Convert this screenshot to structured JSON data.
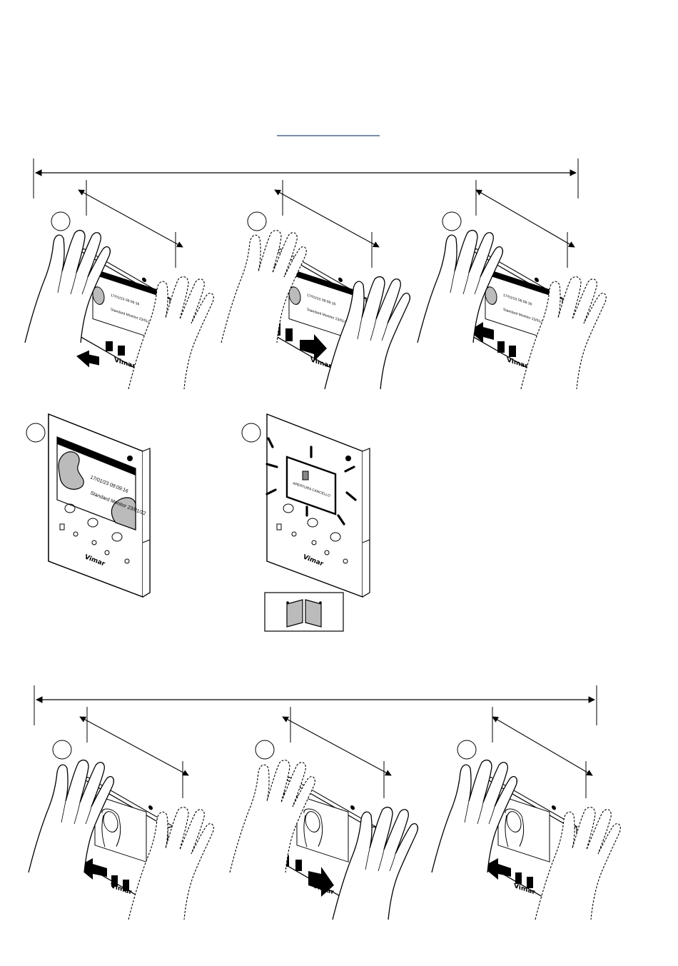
{
  "header": {
    "link_text": ""
  },
  "devices": {
    "brand": "Vimar",
    "screen_line1": "17/01/23 09:09:16",
    "screen_line2": "Standard Monitor 23/01/22",
    "popup_label": "APERTURA CANCELLO"
  },
  "sequences": [
    {
      "name": "top",
      "steps": [
        {
          "gesture": "swipe-left",
          "screen": "menu"
        },
        {
          "gesture": "swipe-right",
          "screen": "menu"
        },
        {
          "gesture": "swipe-left",
          "screen": "menu"
        }
      ]
    },
    {
      "name": "bottom",
      "steps": [
        {
          "gesture": "swipe-left",
          "screen": "camera"
        },
        {
          "gesture": "swipe-right",
          "screen": "camera"
        },
        {
          "gesture": "swipe-left",
          "screen": "camera"
        }
      ]
    }
  ],
  "icons": [
    "gate-icon",
    "hand-icon",
    "arrow-left-icon",
    "arrow-right-icon",
    "door-icon",
    "key-icon",
    "bell-icon",
    "mute-icon",
    "camera-icon"
  ]
}
